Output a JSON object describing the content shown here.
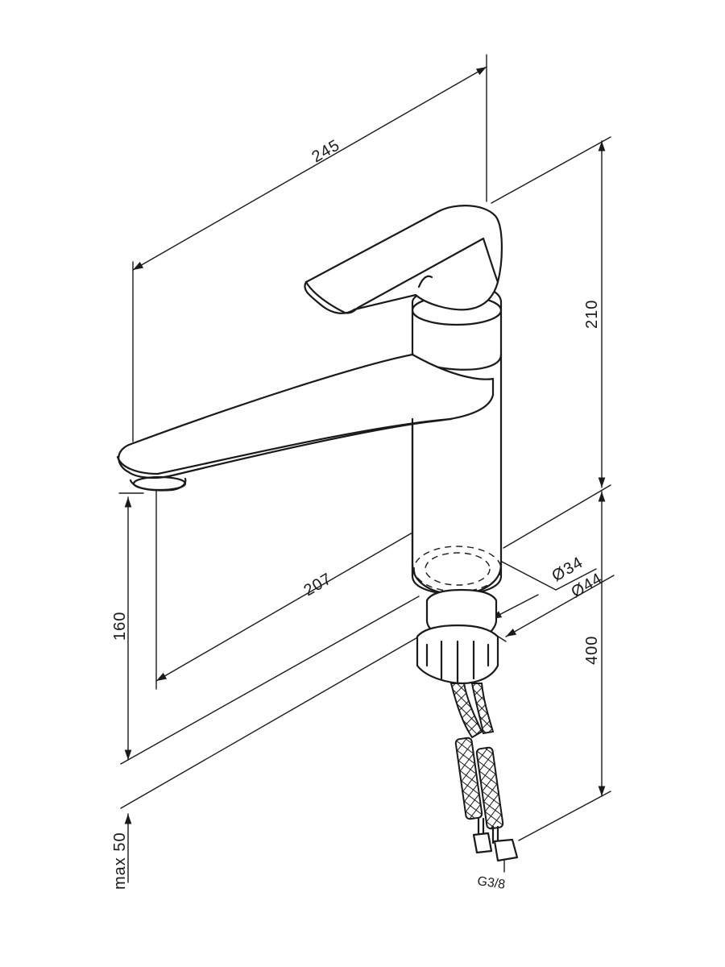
{
  "dimensions": {
    "overall_length": "245",
    "overall_height": "210",
    "spout_reach": "207",
    "spout_height": "160",
    "base_diameter_inner": "Ø34",
    "base_diameter_outer": "Ø44",
    "hose_length": "400",
    "max_deck_thickness": "max 50",
    "thread_size": "G3/8"
  }
}
